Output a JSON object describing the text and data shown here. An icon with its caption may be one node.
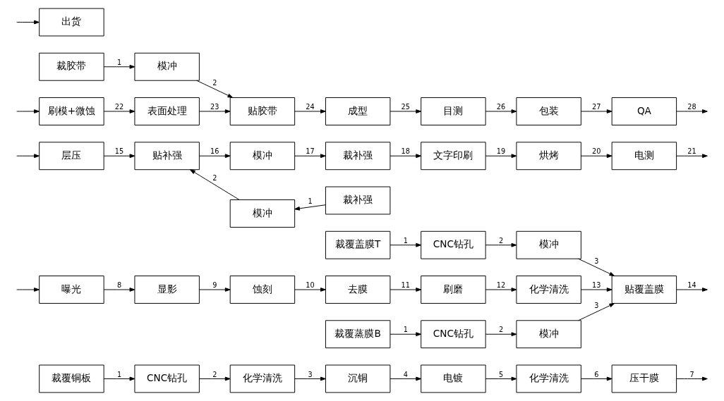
{
  "diagram": {
    "nodes": [
      {
        "text": [
          "裁覆铜板"
        ]
      },
      {
        "text": [
          "CNC钻孔"
        ]
      },
      {
        "text": [
          "化学清洗"
        ]
      },
      {
        "text": [
          "沉铜"
        ]
      },
      {
        "text": [
          "电镀"
        ]
      },
      {
        "text": [
          "化学清洗"
        ]
      },
      {
        "text": [
          "压干膜"
        ]
      },
      {
        "text": [
          "裁覆盖膜T"
        ]
      },
      {
        "text": [
          "CNC钻孔"
        ]
      },
      {
        "text": [
          "模冲"
        ]
      },
      {
        "text": [
          "曝光"
        ]
      },
      {
        "text": [
          "显影"
        ]
      },
      {
        "text": [
          "蚀刻"
        ]
      },
      {
        "text": [
          "去膜"
        ]
      },
      {
        "text": [
          "刷磨"
        ]
      },
      {
        "text": [
          "化学清洗"
        ]
      },
      {
        "text": [
          "贴覆盖膜"
        ]
      },
      {
        "text": [
          "裁覆蒸膜B"
        ]
      },
      {
        "text": [
          "CNC钻孔"
        ]
      },
      {
        "text": [
          "模冲"
        ]
      },
      {
        "text": [
          "层压"
        ]
      },
      {
        "text": [
          "贴补强"
        ]
      },
      {
        "text": [
          "模冲"
        ]
      },
      {
        "text": [
          "裁补强"
        ]
      },
      {
        "text": [
          "文字印刷"
        ]
      },
      {
        "text": [
          "烘烤"
        ]
      },
      {
        "text": [
          "电测"
        ]
      },
      {
        "text": [
          "模冲"
        ]
      },
      {
        "text": [
          "裁补强"
        ]
      },
      {
        "text": [
          "刷模+微蚀"
        ]
      },
      {
        "text": [
          "表面处理"
        ]
      },
      {
        "text": [
          "贴胶带"
        ]
      },
      {
        "text": [
          "成型"
        ]
      },
      {
        "text": [
          "目测"
        ]
      },
      {
        "text": [
          "包装"
        ]
      },
      {
        "text": [
          "QA"
        ]
      },
      {
        "text": [
          "裁胶带"
        ]
      },
      {
        "text": [
          "模冲"
        ]
      },
      {
        "text": [
          "出货"
        ]
      }
    ],
    "edges": [
      {
        "from": 0,
        "to": 1,
        "arrow": "to",
        "label": "1"
      },
      {
        "from": 1,
        "to": 2,
        "arrow": "to",
        "label": "2"
      },
      {
        "from": 2,
        "to": 3,
        "arrow": "to",
        "label": "3"
      },
      {
        "from": 3,
        "to": 4,
        "arrow": "to",
        "label": "4"
      },
      {
        "from": 4,
        "to": 5,
        "arrow": "to",
        "label": "5"
      },
      {
        "from": 5,
        "to": 6,
        "arrow": "to",
        "label": "6"
      },
      {
        "from": 6,
        "to": null,
        "arrow": "to",
        "label": "7"
      },
      {
        "from": 7,
        "to": 8,
        "arrow": "to",
        "label": "1"
      },
      {
        "from": 8,
        "to": 9,
        "arrow": "to",
        "label": "2"
      },
      {
        "from": 9,
        "to": 16,
        "arrow": "to",
        "label": "3"
      },
      {
        "from": null,
        "to": 10,
        "arrow": "to"
      },
      {
        "from": 10,
        "to": 11,
        "arrow": "to",
        "label": "8"
      },
      {
        "from": 11,
        "to": 12,
        "arrow": "to",
        "label": "9"
      },
      {
        "from": 12,
        "to": 13,
        "arrow": "to",
        "label": "10"
      },
      {
        "from": 13,
        "to": 14,
        "arrow": "to",
        "label": "11"
      },
      {
        "from": 14,
        "to": 15,
        "arrow": "to",
        "label": "12"
      },
      {
        "from": 15,
        "to": 16,
        "arrow": "to",
        "label": "13"
      },
      {
        "from": 16,
        "to": null,
        "arrow": "to",
        "label": "14"
      },
      {
        "from": 17,
        "to": 18,
        "arrow": "to",
        "label": "1"
      },
      {
        "from": 18,
        "to": 19,
        "arrow": "to",
        "label": "2"
      },
      {
        "from": 19,
        "to": 16,
        "arrow": "to",
        "label": "3"
      },
      {
        "from": null,
        "to": 20,
        "arrow": "to"
      },
      {
        "from": 20,
        "to": 21,
        "arrow": "to",
        "label": "15"
      },
      {
        "from": 21,
        "to": 22,
        "arrow": "to",
        "label": "16"
      },
      {
        "from": 22,
        "to": 23,
        "arrow": "to",
        "label": "17"
      },
      {
        "from": 23,
        "to": 24,
        "arrow": "to",
        "label": "18"
      },
      {
        "from": 24,
        "to": 25,
        "arrow": "to",
        "label": "19"
      },
      {
        "from": 25,
        "to": 26,
        "arrow": "to",
        "label": "20"
      },
      {
        "from": 26,
        "to": null,
        "arrow": "to",
        "label": "21"
      },
      {
        "from": 28,
        "to": 27,
        "arrow": "to",
        "label": "1"
      },
      {
        "from": 27,
        "to": 21,
        "arrow": "to",
        "label": "2"
      },
      {
        "from": null,
        "to": 29,
        "arrow": "to"
      },
      {
        "from": 29,
        "to": 30,
        "arrow": "to",
        "label": "22"
      },
      {
        "from": 30,
        "to": 31,
        "arrow": "to",
        "label": "23"
      },
      {
        "from": 31,
        "to": 32,
        "arrow": "to",
        "label": "24"
      },
      {
        "from": 32,
        "to": 33,
        "arrow": "to",
        "label": "25"
      },
      {
        "from": 33,
        "to": 34,
        "arrow": "to",
        "label": "26"
      },
      {
        "from": 34,
        "to": 35,
        "arrow": "to",
        "label": "27"
      },
      {
        "from": 35,
        "to": null,
        "arrow": "to",
        "label": "28"
      },
      {
        "from": 36,
        "to": 37,
        "arrow": "to",
        "label": "1"
      },
      {
        "from": 37,
        "to": 31,
        "arrow": "to",
        "label": "2"
      },
      {
        "from": null,
        "to": 38,
        "arrow": "to"
      }
    ]
  }
}
